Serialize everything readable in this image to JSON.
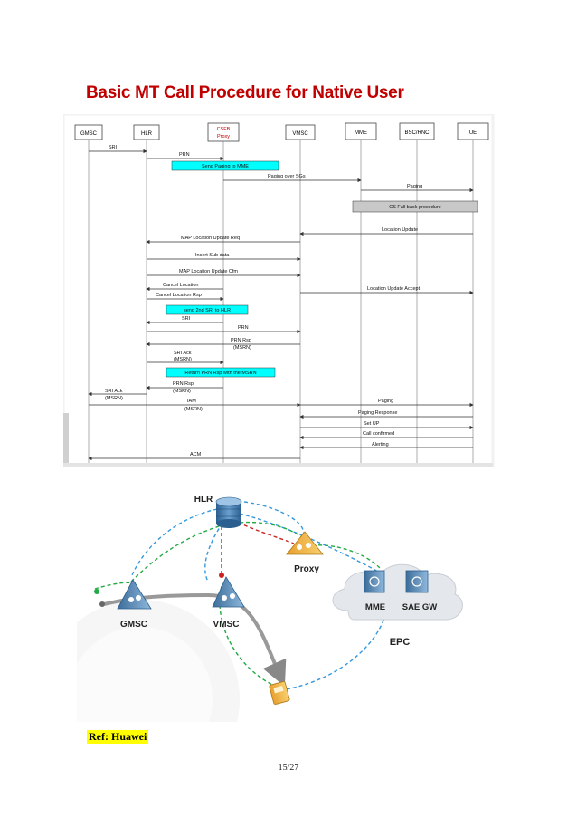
{
  "title": "Basic MT Call Procedure for Native User",
  "sequence": {
    "entities": [
      "GMSC",
      "HLR",
      "CSFB Proxy",
      "VMSC",
      "MME",
      "BSC/RNC",
      "UE"
    ],
    "proxy_line1": "CSFB",
    "proxy_line2": "Proxy",
    "messages": [
      "SRI",
      "PRN",
      "Send Paging to MME",
      "Paging over SGs",
      "Paging",
      "CS Fall back procedure",
      "Location Update",
      "MAP Location Update Req",
      "Insert Sub data",
      "MAP Location Update Cfm",
      "Cancel Location",
      "Cancel Location Rsp",
      "Location Update Accept",
      "send 2nd SRI to HLR",
      "SRI",
      "PRN",
      "PRN Rsp",
      "(MSRN)",
      "SRI Ack",
      "(MSRN)",
      "Return  PRN Rsp with the MSRN",
      "PRN Rsp",
      "(MSRN)",
      "SRI Ack",
      "(MSRN)",
      "IAM",
      "(MSRN)",
      "Paging",
      "Paging Response",
      "Set UP",
      "Call confirmed",
      "Alerting",
      "ACM"
    ]
  },
  "architecture": {
    "labels": {
      "hlr": "HLR",
      "proxy": "Proxy",
      "gmsc": "GMSC",
      "vmsc": "VMSC",
      "mme": "MME",
      "saegw": "SAE GW",
      "epc": "EPC"
    }
  },
  "ref": "Ref: Huawei",
  "page_number": "15/27",
  "colors": {
    "title": "#c00000",
    "highlight": "#00ffff",
    "signaling_blue": "#3399dd",
    "signaling_green": "#22aa44",
    "hlr_red": "#cc2222"
  }
}
